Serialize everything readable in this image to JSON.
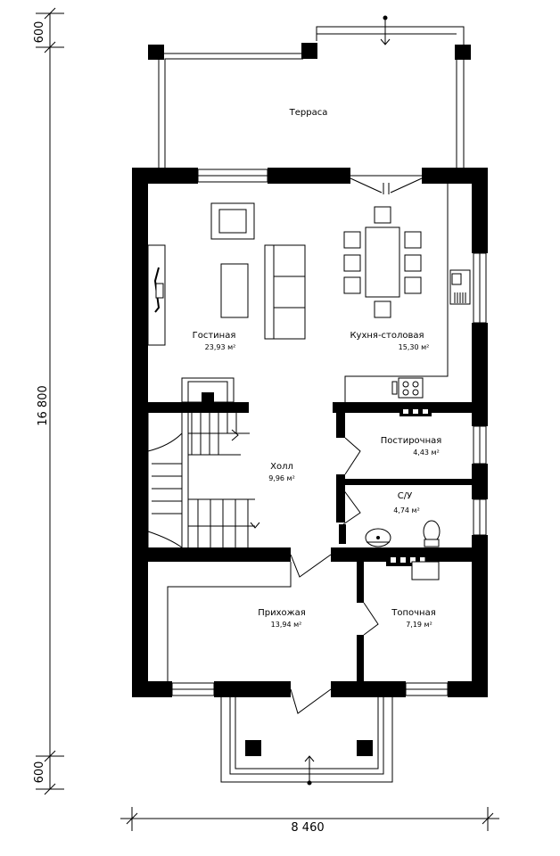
{
  "rooms": [
    {
      "key": "terrace",
      "name": "Терраса",
      "area": ""
    },
    {
      "key": "living",
      "name": "Гостиная",
      "area": "23,93 м²"
    },
    {
      "key": "kitchen",
      "name": "Кухня-столовая",
      "area": "15,30 м²"
    },
    {
      "key": "laundry",
      "name": "Постирочная",
      "area": "4,43 м²"
    },
    {
      "key": "hall",
      "name": "Холл",
      "area": "9,96 м²"
    },
    {
      "key": "bathroom",
      "name": "С/У",
      "area": "4,74 м²"
    },
    {
      "key": "entry",
      "name": "Прихожая",
      "area": "13,94 м²"
    },
    {
      "key": "boiler",
      "name": "Топочная",
      "area": "7,19 м²"
    }
  ],
  "dimensions": {
    "overall_height": "16 800",
    "overall_width": "8 460",
    "top_offset": "600",
    "bottom_offset": "600"
  }
}
